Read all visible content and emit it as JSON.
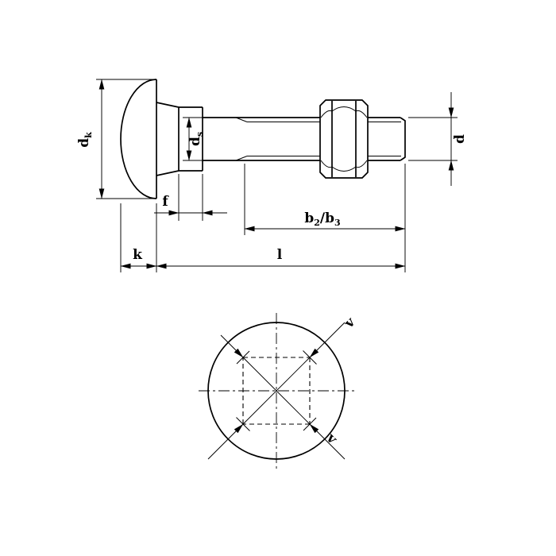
{
  "drawing": {
    "labels": {
      "dk": {
        "base": "d",
        "sub": "k"
      },
      "ds": {
        "base": "d",
        "sub": "s"
      },
      "d": "d",
      "f": "f",
      "b23": {
        "base1": "b",
        "sub1": "2",
        "sep": "/",
        "base2": "b",
        "sub2": "3"
      },
      "k": "k",
      "l": "l",
      "v_upper": "v",
      "v_lower": "v"
    },
    "colors": {
      "line": "#000000",
      "background": "#ffffff"
    }
  }
}
